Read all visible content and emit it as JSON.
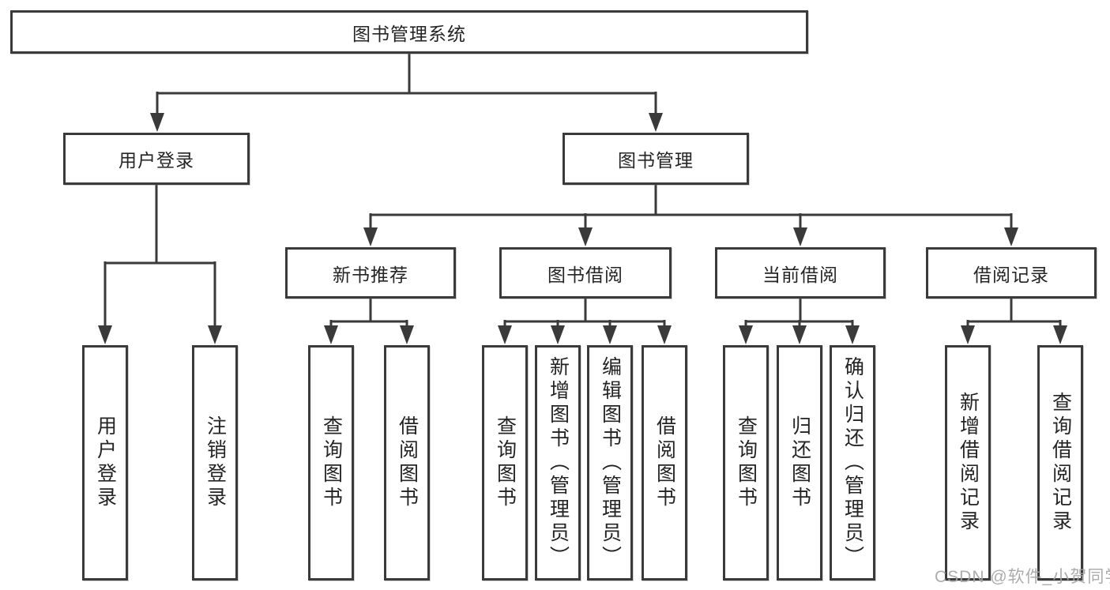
{
  "diagram": {
    "root": "图书管理系统",
    "level2": [
      "用户登录",
      "图书管理"
    ],
    "level3": [
      "新书推荐",
      "图书借阅",
      "当前借阅",
      "借阅记录"
    ],
    "leaves": {
      "user_login": [
        "用户登录",
        "注销登录"
      ],
      "new_book_recommendation": [
        "查询图书",
        "借阅图书"
      ],
      "book_borrowing": [
        "查询图书",
        "新增图书（管理员）",
        "编辑图书（管理员）",
        "借阅图书"
      ],
      "current_borrowing": [
        "查询图书",
        "归还图书",
        "确认归还（管理员）"
      ],
      "borrowing_records": [
        "新增借阅记录",
        "查询借阅记录"
      ]
    }
  },
  "watermark": {
    "text": "CSDN @软件_小贺同学"
  },
  "colors": {
    "line": "#3a3a3a",
    "text": "#242424",
    "watermark": "#a5a5a5",
    "background": "#ffffff"
  }
}
